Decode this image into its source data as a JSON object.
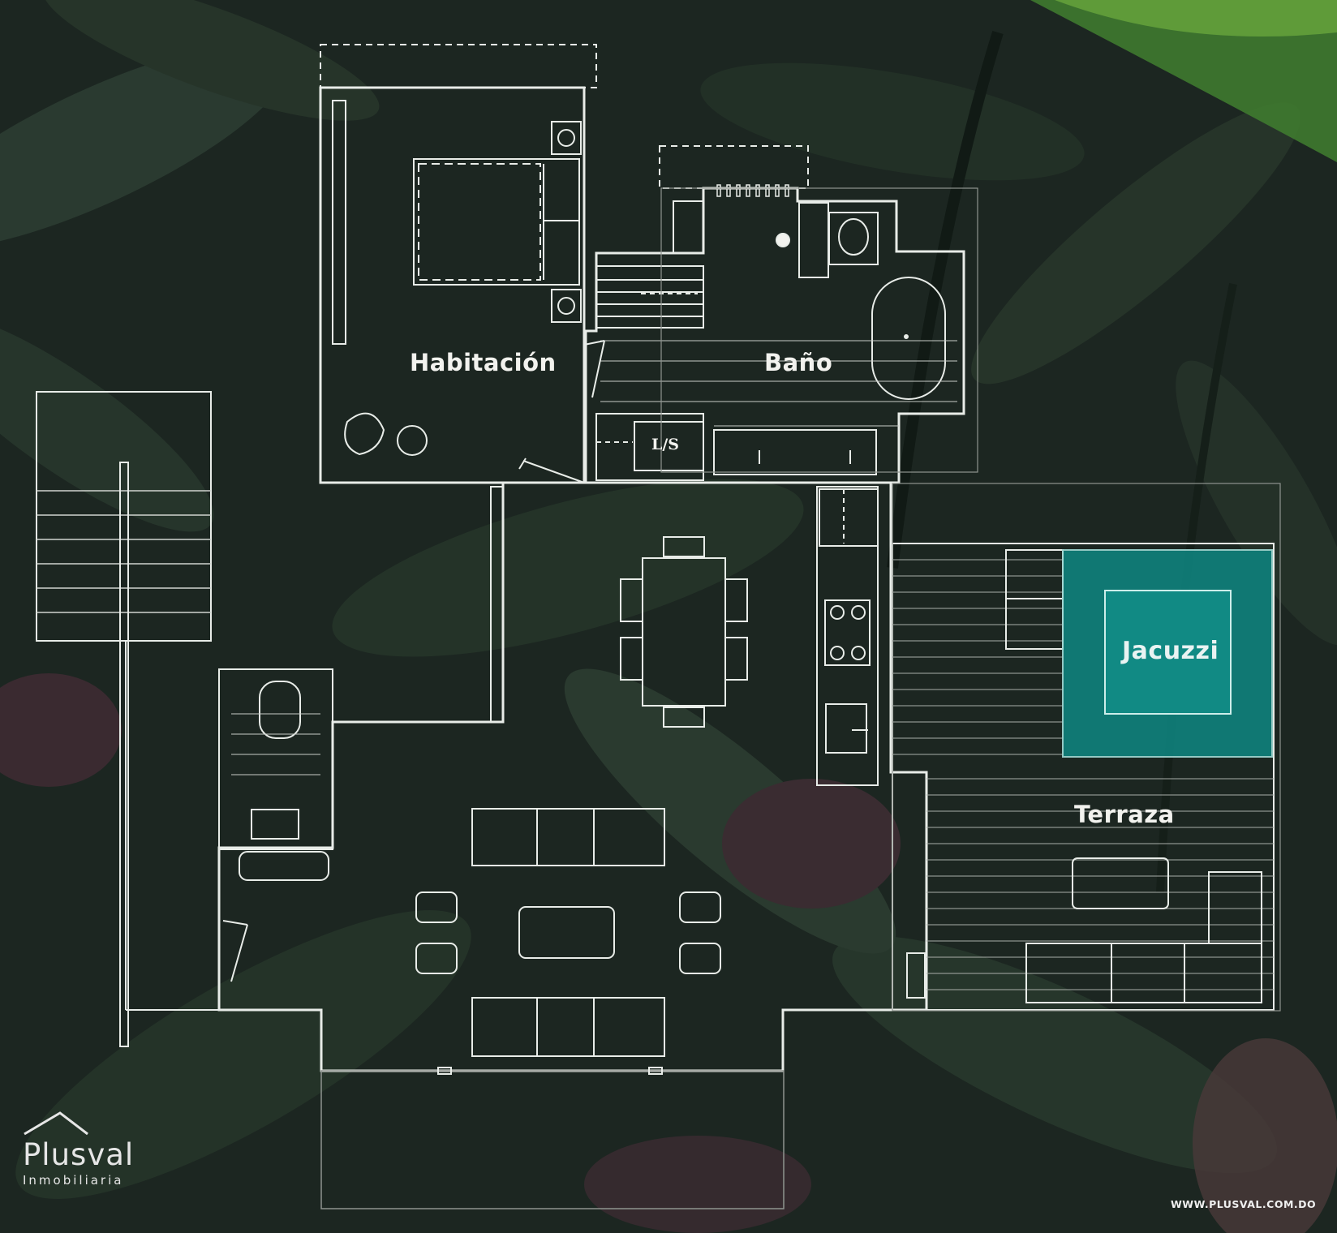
{
  "rooms": {
    "habitacion": "Habitación",
    "bano": "Baño",
    "jacuzzi": "Jacuzzi",
    "terraza": "Terraza",
    "laundry": "L/S"
  },
  "brand": {
    "name": "Plusval",
    "tagline": "Inmobiliaria",
    "website": "WWW.PLUSVAL.COM.DO"
  },
  "colors": {
    "background": "#1c2621",
    "linework": "#e8ece8",
    "jacuzzi_fill": "#0f7f7a",
    "text": "#f2f2ee"
  }
}
